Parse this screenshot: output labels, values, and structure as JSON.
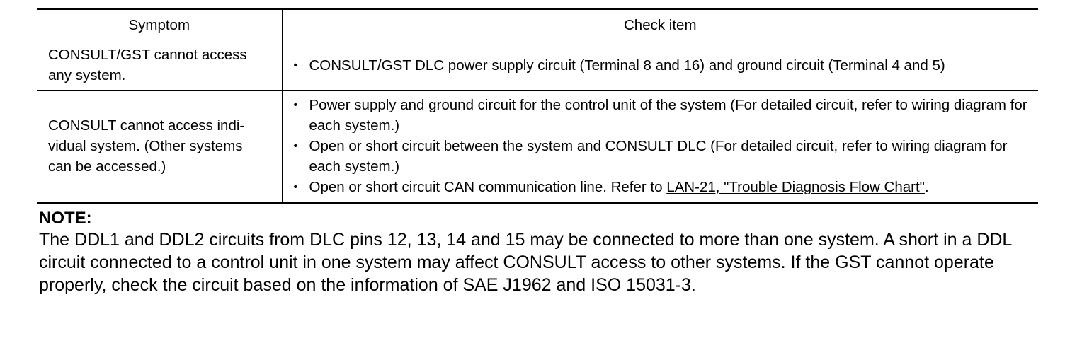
{
  "table": {
    "headers": {
      "symptom": "Symptom",
      "check_item": "Check item"
    },
    "rows": [
      {
        "symptom_line1": "CONSULT/GST cannot access",
        "symptom_line2": "any system.",
        "checks": [
          "CONSULT/GST DLC power supply circuit (Terminal 8 and 16) and ground circuit (Terminal 4 and 5)"
        ]
      },
      {
        "symptom_line1": "CONSULT cannot access indi-",
        "symptom_line2": "vidual system. (Other systems",
        "symptom_line3": "can be accessed.)",
        "checks": [
          "Power supply and ground circuit for the control unit of the system (For detailed circuit, refer to wiring diagram for each system.)",
          "Open or short circuit between the system and CONSULT DLC (For detailed circuit, refer to wiring diagram for each system.)"
        ],
        "last_check_prefix": "Open or short circuit CAN communication line. Refer to ",
        "last_check_link": "LAN-21, \"Trouble Diagnosis Flow Chart\"",
        "last_check_suffix": "."
      }
    ],
    "bullet": "•"
  },
  "note": {
    "title": "NOTE:",
    "body": "The DDL1 and DDL2 circuits from DLC pins 12, 13, 14 and 15 may be connected to more than one system. A short in a DDL circuit connected to a control unit in one system may affect CONSULT access to other systems. If the GST cannot operate properly, check the circuit based on the information of SAE J1962 and ISO 15031-3."
  }
}
